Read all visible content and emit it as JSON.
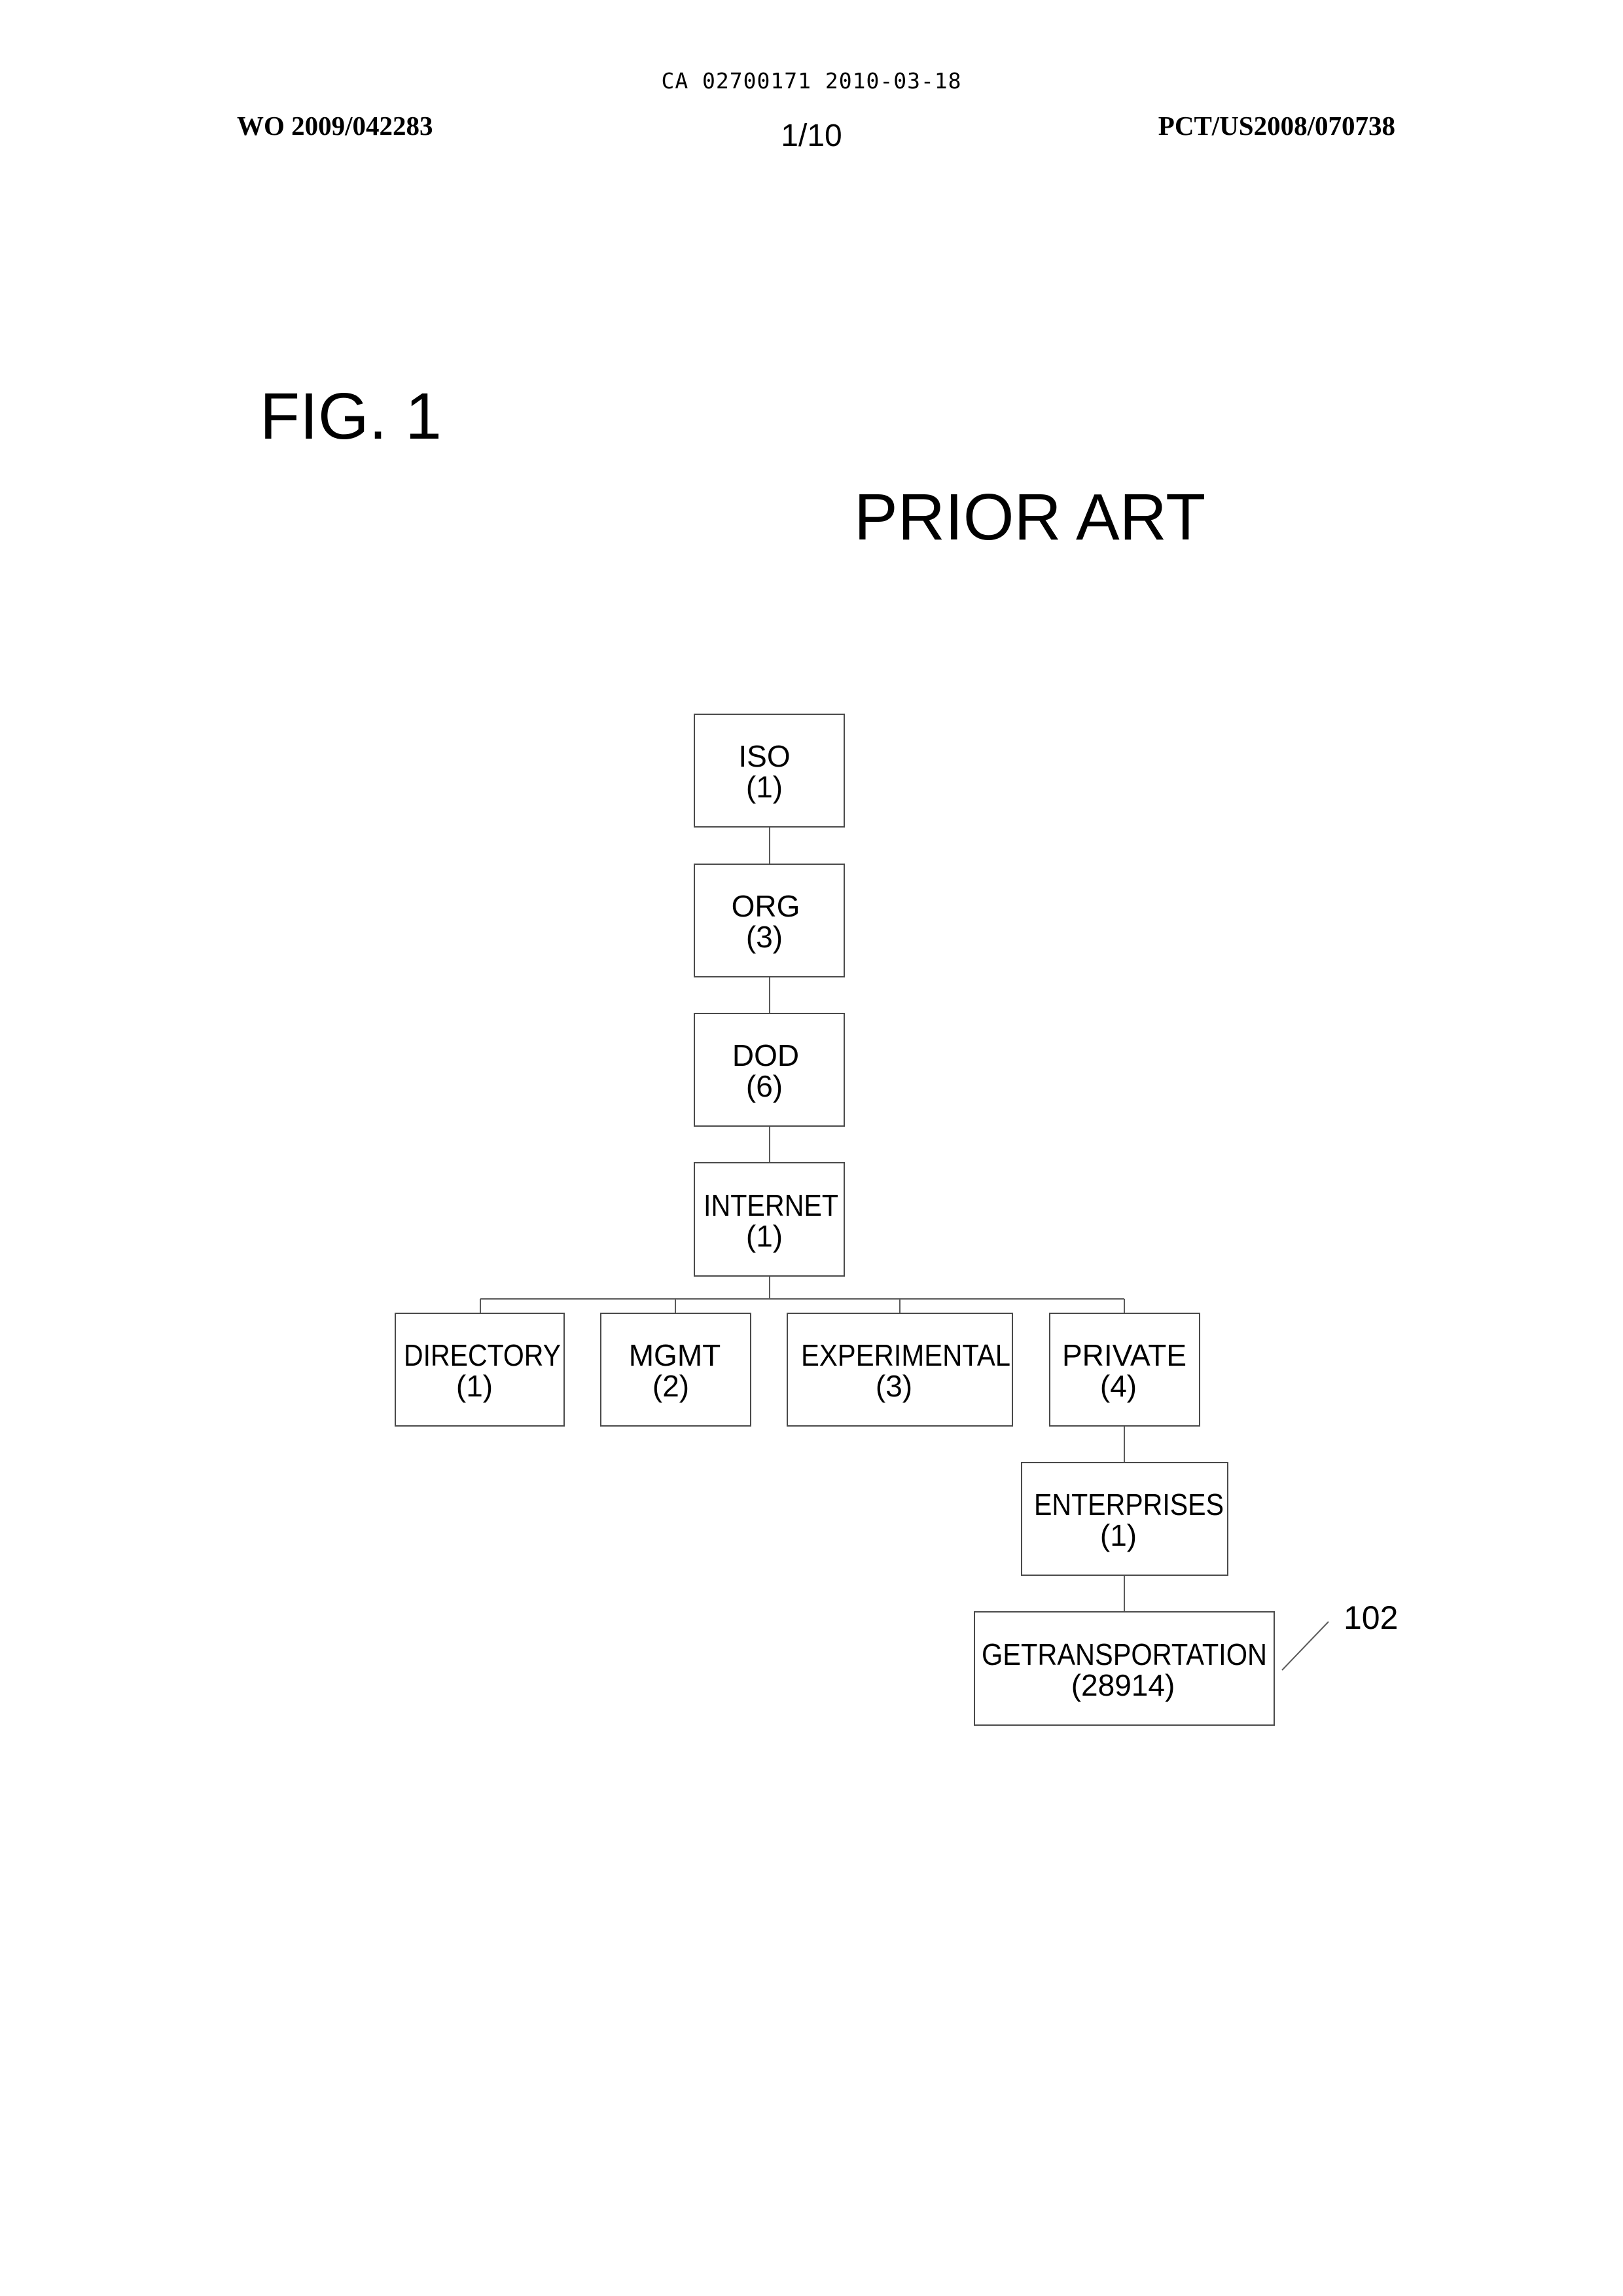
{
  "header": {
    "doc_id": "CA 02700171 2010-03-18",
    "publication_no": "WO 2009/042283",
    "page_no": "1/10",
    "application_no": "PCT/US2008/070738"
  },
  "figure": {
    "title": "FIG. 1",
    "subtitle": "PRIOR ART",
    "reference_label": "102"
  },
  "tree": {
    "iso": {
      "name": "ISO",
      "code": "(1)"
    },
    "org": {
      "name": "ORG",
      "code": "(3)"
    },
    "dod": {
      "name": "DOD",
      "code": "(6)"
    },
    "internet": {
      "name": "INTERNET",
      "code": "(1)"
    },
    "directory": {
      "name": "DIRECTORY",
      "code": "(1)"
    },
    "mgmt": {
      "name": "MGMT",
      "code": "(2)"
    },
    "experimental": {
      "name": "EXPERIMENTAL",
      "code": "(3)"
    },
    "private": {
      "name": "PRIVATE",
      "code": "(4)"
    },
    "enterprises": {
      "name": "ENTERPRISES",
      "code": "(1)"
    },
    "getransportation": {
      "name": "GETRANSPORTATION",
      "code": "(28914)"
    }
  }
}
